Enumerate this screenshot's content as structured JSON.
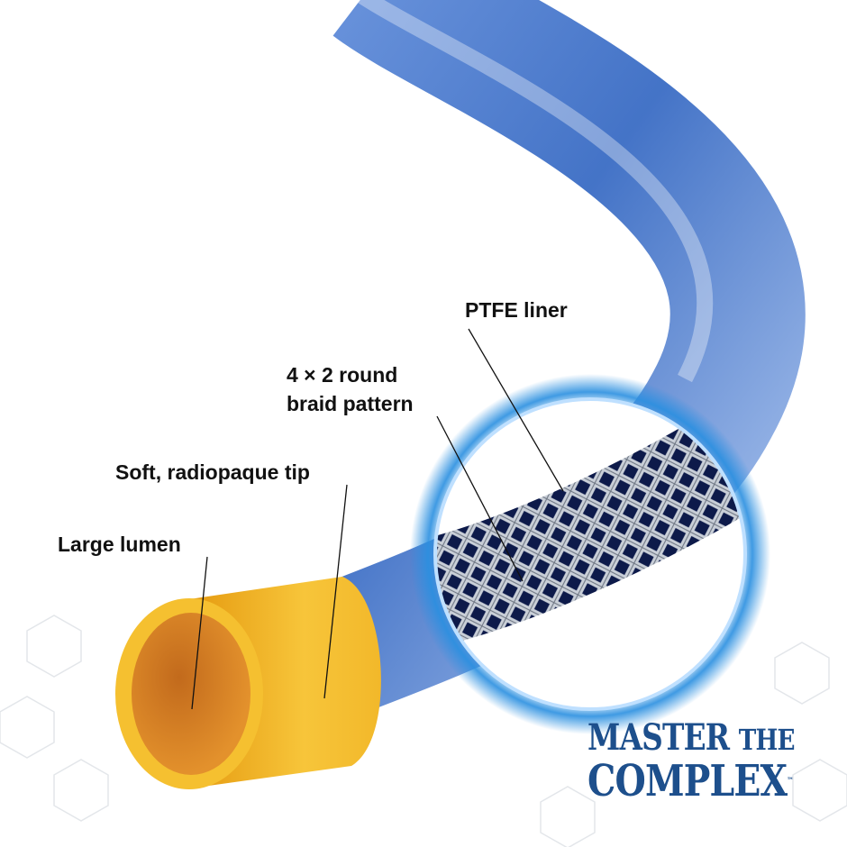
{
  "labels": {
    "ptfe_liner": "PTFE liner",
    "braid_line1": "4 × 2 round",
    "braid_line2": "braid pattern",
    "tip": "Soft, radiopaque tip",
    "lumen": "Large lumen"
  },
  "logo": {
    "word1": "MASTER",
    "word2": "THE",
    "word3": "COMPLEX",
    "tm": "™"
  },
  "colors": {
    "tube": "#3a6cc4",
    "tip": "#f2b82a",
    "logo": "#1d4f8c",
    "glow": "#2a8fe0"
  }
}
